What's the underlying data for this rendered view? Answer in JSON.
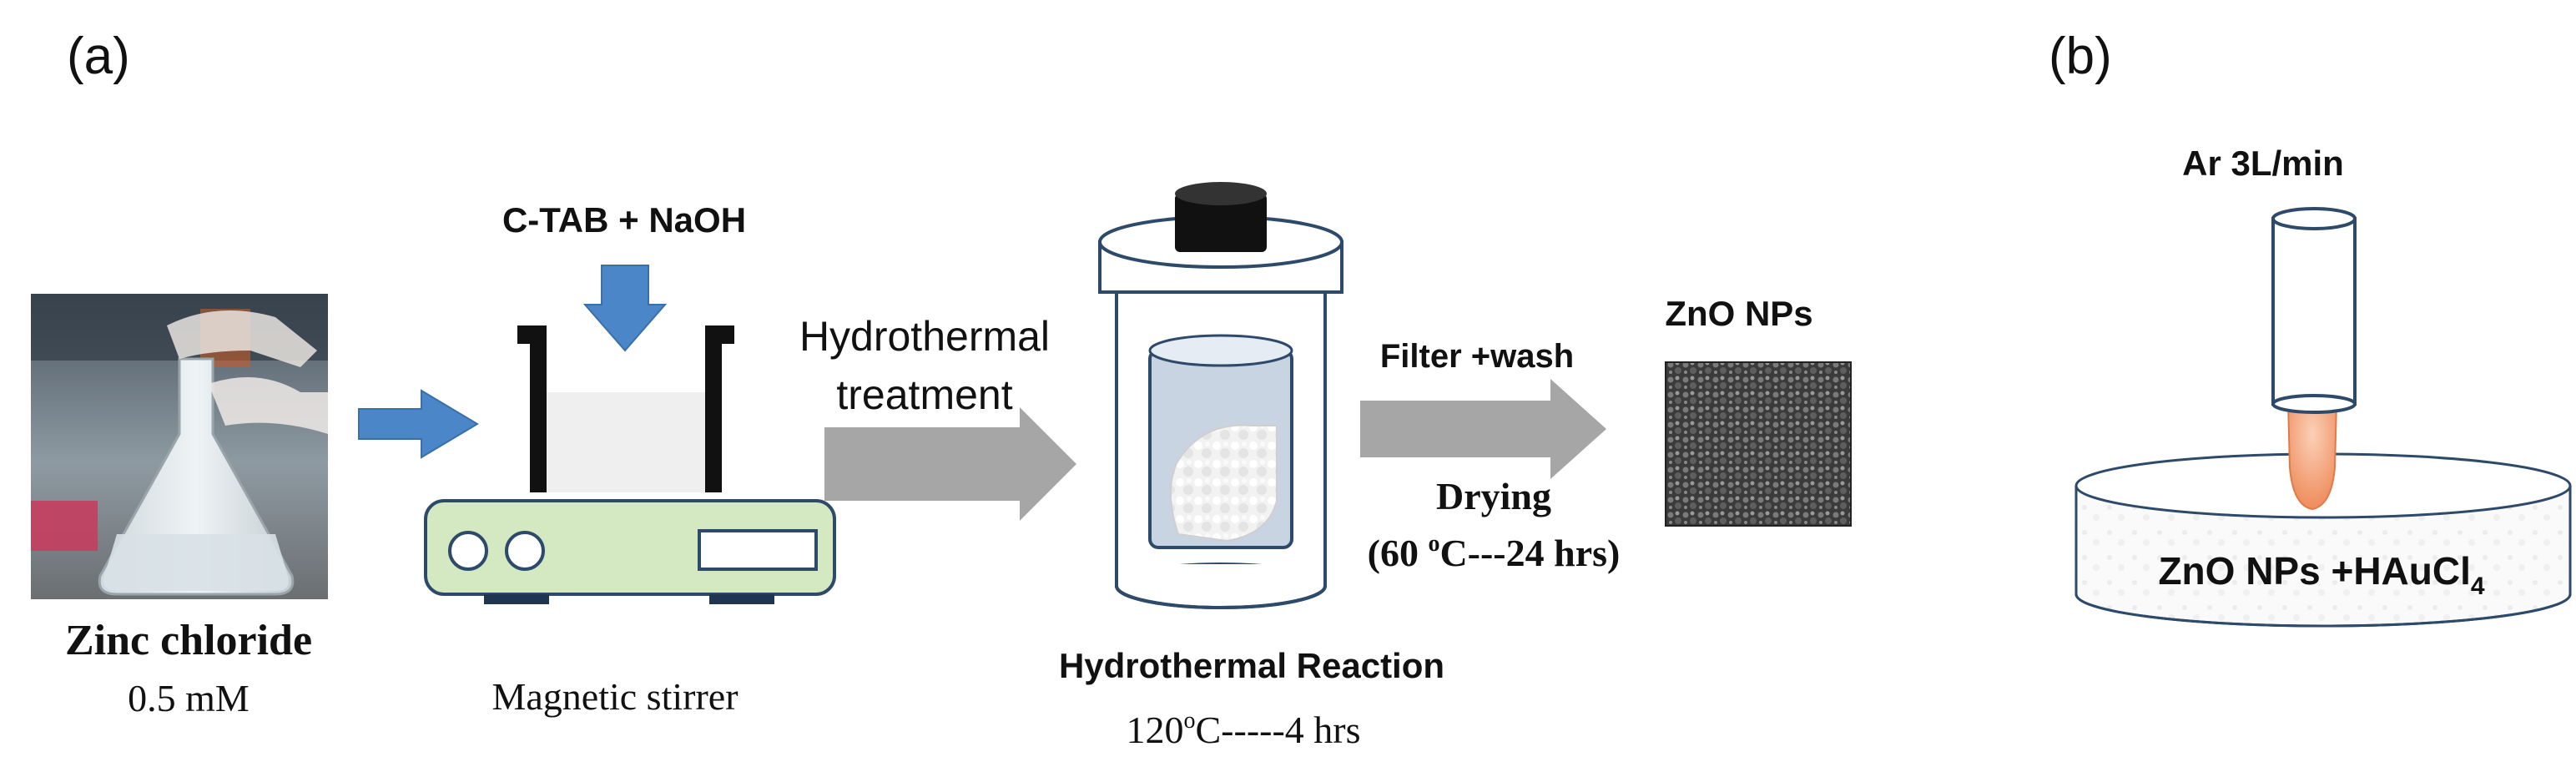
{
  "panel_a": {
    "label": "(a)",
    "photo": {
      "caption": "Zinc chloride",
      "sub": "0.5 mM"
    },
    "stirrer": {
      "reagent": "C-TAB + NaOH",
      "caption": "Magnetic stirrer"
    },
    "step_hydro": {
      "line1": "Hydrothermal",
      "line2": "treatment"
    },
    "reactor": {
      "caption": "Hydrothermal Reaction",
      "sub_num": "120",
      "sub_unit_sup": "o",
      "sub_rest": "C-----4 hrs"
    },
    "step_filter": {
      "top": "Filter +wash",
      "line1": "Drying",
      "line2_pre": "(60 ",
      "line2_sup": "o",
      "line2_post": "C---24 hrs)"
    },
    "product": {
      "title": "ZnO NPs"
    }
  },
  "panel_b": {
    "label": "(b)",
    "gas": "Ar 3L/min",
    "dish_text": "ZnO NPs +HAuCl",
    "dish_sub": "4"
  },
  "colors": {
    "blue_arrow": "#4a86c8",
    "gray_arrow": "#a6a6a6",
    "stirrer_body": "#d4e8c2",
    "plasma": "#f29a70",
    "stroke": "#2e4a6b"
  }
}
